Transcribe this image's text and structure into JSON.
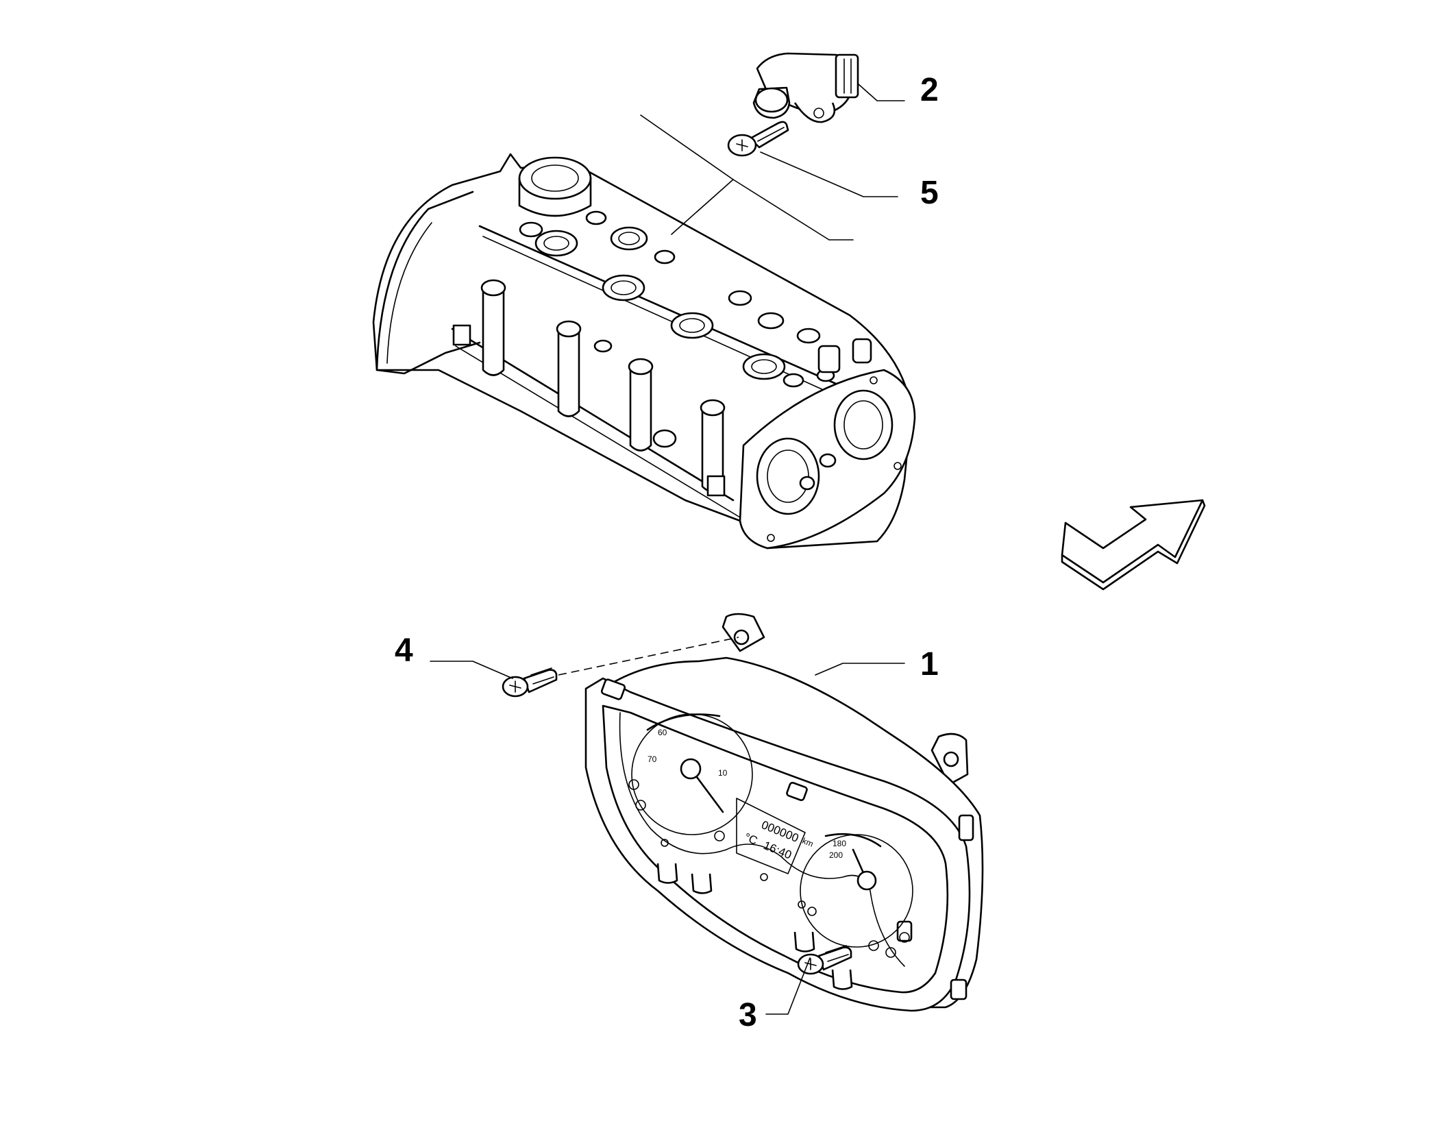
{
  "callouts": [
    {
      "id": "1",
      "label": "1"
    },
    {
      "id": "2",
      "label": "2"
    },
    {
      "id": "3",
      "label": "3"
    },
    {
      "id": "4",
      "label": "4"
    },
    {
      "id": "5",
      "label": "5"
    }
  ],
  "cluster": {
    "gauge_left": {
      "mark_60": "60",
      "mark_70": "70",
      "mark_10": "10"
    },
    "gauge_right": {
      "mark_180": "180",
      "mark_200": "200"
    },
    "display": {
      "odometer": "000000",
      "unit": "km",
      "temp_unit": "°C",
      "clock": "16:40"
    }
  }
}
